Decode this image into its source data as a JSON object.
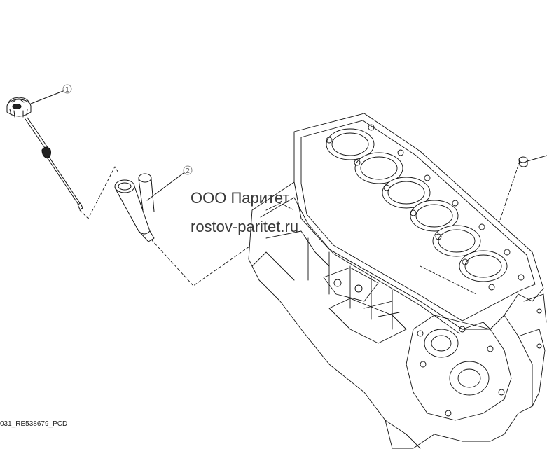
{
  "callouts": {
    "item1": "1",
    "item2": "2"
  },
  "watermark": {
    "line1": "ООО Паритет",
    "line2": "rostov-paritet.ru"
  },
  "figure_code": "031_RE538679_PCD"
}
